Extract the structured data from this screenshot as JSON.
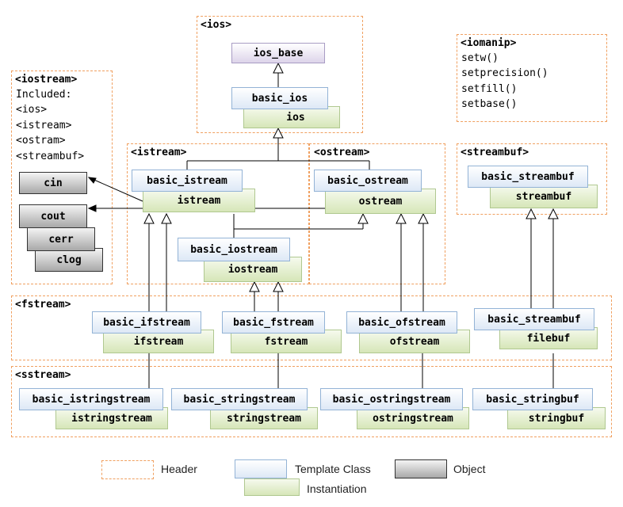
{
  "headers": {
    "ios": "<ios>",
    "iomanip": "<iomanip>",
    "iostream": "<iostream>",
    "istream": "<istream>",
    "ostream": "<ostream>",
    "streambuf": "<streambuf>",
    "fstream": "<fstream>",
    "sstream": "<sstream>"
  },
  "iomanip_items": [
    "setw()",
    "setprecision()",
    "setfill()",
    "setbase()"
  ],
  "iostream_items": [
    "Included:",
    "<ios>",
    "<istream>",
    "<ostram>",
    "<streambuf>"
  ],
  "classes": {
    "ios_base": "ios_base",
    "basic_ios": "basic_ios",
    "ios": "ios",
    "basic_istream": "basic_istream",
    "istream": "istream",
    "basic_ostream": "basic_ostream",
    "ostream": "ostream",
    "basic_iostream": "basic_iostream",
    "iostream": "iostream",
    "basic_streambuf": "basic_streambuf",
    "streambuf": "streambuf",
    "basic_ifstream": "basic_ifstream",
    "ifstream": "ifstream",
    "basic_fstream": "basic_fstream",
    "fstream": "fstream",
    "basic_ofstream": "basic_ofstream",
    "ofstream": "ofstream",
    "basic_streambuf2": "basic_streambuf",
    "filebuf": "filebuf",
    "basic_istringstream": "basic_istringstream",
    "istringstream": "istringstream",
    "basic_stringstream": "basic_stringstream",
    "stringstream": "stringstream",
    "basic_ostringstream": "basic_ostringstream",
    "ostringstream": "ostringstream",
    "basic_stringbuf": "basic_stringbuf",
    "stringbuf": "stringbuf"
  },
  "objects": {
    "cin": "cin",
    "cout": "cout",
    "cerr": "cerr",
    "clog": "clog"
  },
  "legend": {
    "header": "Header",
    "template_class": "Template Class",
    "object": "Object",
    "instantiation": "Instantiation"
  }
}
